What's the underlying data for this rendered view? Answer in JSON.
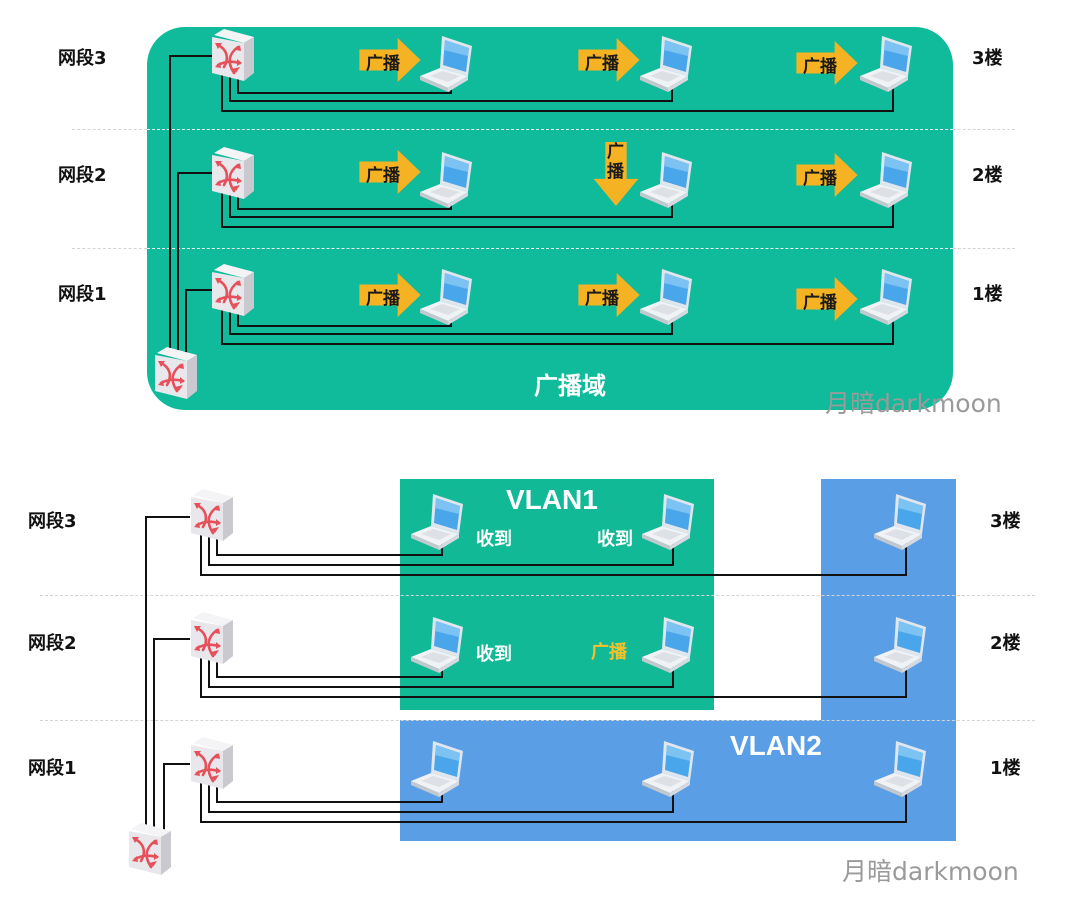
{
  "colors": {
    "broadcast_domain": "#0fbb9b",
    "vlan1": "#12b997",
    "vlan2": "#5a9fe5",
    "arrow": "#f5b324",
    "switch_arrow": "#e5505a",
    "watermark": "#9a9a9a"
  },
  "top": {
    "segments": [
      {
        "label": "网段3",
        "floor": "3楼"
      },
      {
        "label": "网段2",
        "floor": "2楼"
      },
      {
        "label": "网段1",
        "floor": "1楼"
      }
    ],
    "broadcast_label": "广播",
    "domain_label": "广播域",
    "watermark": "月暗darkmoon"
  },
  "bottom": {
    "segments": [
      {
        "label": "网段3",
        "floor": "3楼"
      },
      {
        "label": "网段2",
        "floor": "2楼"
      },
      {
        "label": "网段1",
        "floor": "1楼"
      }
    ],
    "vlan1_label": "VLAN1",
    "vlan2_label": "VLAN2",
    "received_label": "收到",
    "broadcast_label": "广播",
    "watermark": "月暗darkmoon"
  }
}
